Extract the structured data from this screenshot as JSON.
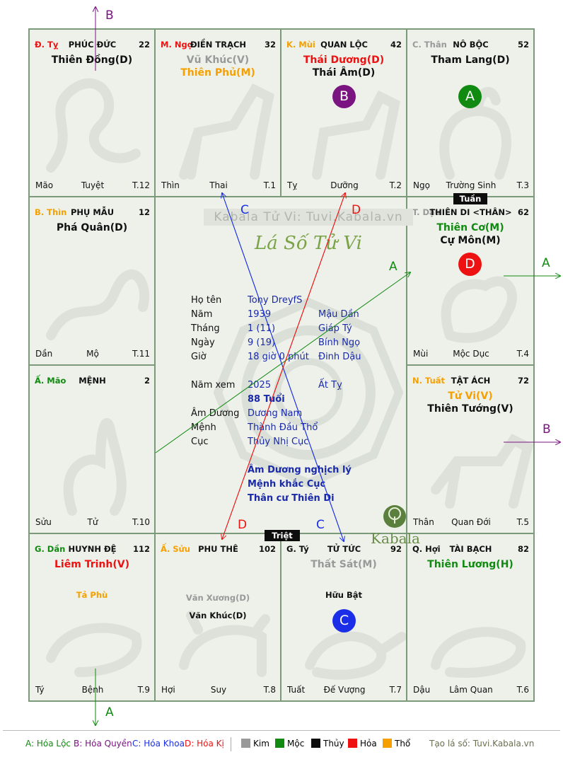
{
  "center": {
    "banner": "Kabala Tử Vi: Tuvi.Kabala.vn",
    "logo_title": "Lá Số Tử Vi",
    "brand": "Kabala",
    "rows": [
      {
        "label": "Họ tên",
        "value": "Tony DreyfS",
        "extra": ""
      },
      {
        "label": "Năm",
        "value": "1939",
        "extra": "Mậu Dần"
      },
      {
        "label": "Tháng",
        "value": "1  (11)",
        "extra": "Giáp Tý"
      },
      {
        "label": "Ngày",
        "value": "9  (19)",
        "extra": "Bính Ngọ"
      },
      {
        "label": "Giờ",
        "value": "18 giờ 0 phút",
        "extra": "Đinh Dậu"
      },
      {
        "label": "Năm xem",
        "value": "2025",
        "extra": "Ất Tỵ"
      },
      {
        "label": "",
        "value": "88 Tuổi",
        "extra": ""
      },
      {
        "label": "Âm Dương",
        "value": "Dương Nam",
        "extra": ""
      },
      {
        "label": "Mệnh",
        "value": "Thành Đầu Thổ",
        "extra": ""
      },
      {
        "label": "Cục",
        "value": "Thủy Nhị Cục",
        "extra": ""
      }
    ],
    "notes": [
      "Âm Dương nghịch lý",
      "Mệnh khắc Cục",
      "Thân cư Thiên Di"
    ]
  },
  "tags": {
    "tuan": "Tuần",
    "triet": "Triệt"
  },
  "arrow_labels": {
    "top_b": "B",
    "right_a": "A",
    "right_b": "B",
    "bottom_a": "A",
    "c_top": "C",
    "d_top": "D",
    "a_mid": "A",
    "d_bot": "D",
    "c_bot": "C"
  },
  "colors": {
    "kim": "#999999",
    "moc": "#118a11",
    "thuy": "#0d0d0d",
    "hoa": "#ee1111",
    "tho": "#f5a000",
    "loc": "#118a11",
    "quyen": "#7a1480",
    "khoa": "#1a2ee8",
    "ki": "#ee1111"
  },
  "cells": [
    {
      "id": "ty",
      "can": "Đ. Tỵ",
      "can_color": "#ee1111",
      "palace": "PHÚC ĐỨC",
      "age": "22",
      "stars": [
        {
          "t": "Thiên Đồng(D)",
          "c": "#111111"
        }
      ],
      "minor": [],
      "branch": "Mão",
      "stage": "Tuyệt",
      "limit": "T.12",
      "hoa": "",
      "animal": "snake"
    },
    {
      "id": "ngo",
      "can": "M. Ngọ",
      "can_color": "#ee1111",
      "palace": "ĐIỀN TRẠCH",
      "age": "32",
      "stars": [
        {
          "t": "Vũ Khúc(V)",
          "c": "#999999"
        },
        {
          "t": "Thiên Phủ(M)",
          "c": "#f5a000"
        }
      ],
      "minor": [],
      "branch": "Thìn",
      "stage": "Thai",
      "limit": "T.1",
      "hoa": "",
      "animal": "horse"
    },
    {
      "id": "mui",
      "can": "K. Mùi",
      "can_color": "#f5a000",
      "palace": "QUAN LỘC",
      "age": "42",
      "stars": [
        {
          "t": "Thái Dương(D)",
          "c": "#ee1111"
        },
        {
          "t": "Thái Âm(D)",
          "c": "#111111"
        }
      ],
      "minor": [],
      "branch": "Tỵ",
      "stage": "Dưỡng",
      "limit": "T.2",
      "hoa": "B",
      "animal": "goat"
    },
    {
      "id": "than",
      "can": "C. Thân",
      "can_color": "#999999",
      "palace": "NÔ BỘC",
      "age": "52",
      "stars": [
        {
          "t": "Tham Lang(D)",
          "c": "#111111"
        }
      ],
      "minor": [],
      "branch": "Ngọ",
      "stage": "Trường Sinh",
      "limit": "T.3",
      "hoa": "A",
      "animal": "monkey"
    },
    {
      "id": "thin",
      "can": "B. Thìn",
      "can_color": "#f5a000",
      "palace": "PHỤ MẪU",
      "age": "12",
      "stars": [
        {
          "t": "Phá Quân(D)",
          "c": "#111111"
        }
      ],
      "minor": [],
      "branch": "Dần",
      "stage": "Mộ",
      "limit": "T.11",
      "hoa": "",
      "animal": "dragon"
    },
    {
      "id": "dau",
      "can": "T. Dậu",
      "can_color": "#999999",
      "palace": "THIÊN DI <THÂN>",
      "age": "62",
      "stars": [
        {
          "t": "Thiên Cơ(M)",
          "c": "#118a11"
        },
        {
          "t": "Cự Môn(M)",
          "c": "#111111"
        }
      ],
      "minor": [],
      "branch": "Mùi",
      "stage": "Mộc Dục",
      "limit": "T.4",
      "hoa": "D",
      "animal": "rooster"
    },
    {
      "id": "mao",
      "can": "Ấ. Mão",
      "can_color": "#118a11",
      "palace": "MỆNH",
      "age": "2",
      "stars": [],
      "minor": [],
      "branch": "Sửu",
      "stage": "Tử",
      "limit": "T.10",
      "hoa": "",
      "animal": "rabbit"
    },
    {
      "id": "tuat",
      "can": "N. Tuất",
      "can_color": "#f5a000",
      "palace": "TẬT ÁCH",
      "age": "72",
      "stars": [
        {
          "t": "Tử Vi(V)",
          "c": "#f5a000"
        },
        {
          "t": "Thiên Tướng(V)",
          "c": "#111111"
        }
      ],
      "minor": [],
      "branch": "Thân",
      "stage": "Quan Đới",
      "limit": "T.5",
      "hoa": "",
      "animal": "dog"
    },
    {
      "id": "dan",
      "can": "G. Dần",
      "can_color": "#118a11",
      "palace": "HUYNH ĐỆ",
      "age": "112",
      "stars": [
        {
          "t": "Liêm Trinh(V)",
          "c": "#ee1111"
        }
      ],
      "minor": [
        {
          "t": "Tả Phù",
          "c": "#f5a000"
        }
      ],
      "branch": "Tý",
      "stage": "Bệnh",
      "limit": "T.9",
      "hoa": "",
      "animal": "tiger"
    },
    {
      "id": "suu",
      "can": "Ấ. Sửu",
      "can_color": "#f5a000",
      "palace": "PHU THÊ",
      "age": "102",
      "stars": [],
      "minor": [
        {
          "t": "Văn Xương(D)",
          "c": "#999999"
        },
        {
          "t": "Văn Khúc(D)",
          "c": "#111111"
        }
      ],
      "branch": "Hợi",
      "stage": "Suy",
      "limit": "T.8",
      "hoa": "",
      "animal": "ox"
    },
    {
      "id": "ty2",
      "can": "G. Tý",
      "can_color": "#111111",
      "palace": "TỬ TỨC",
      "age": "92",
      "stars": [
        {
          "t": "Thất Sát(M)",
          "c": "#999999"
        }
      ],
      "minor": [
        {
          "t": "Hữu Bật",
          "c": "#111111"
        }
      ],
      "branch": "Tuất",
      "stage": "Đế Vượng",
      "limit": "T.7",
      "hoa": "C",
      "animal": "rat"
    },
    {
      "id": "hoi",
      "can": "Q. Hợi",
      "can_color": "#111111",
      "palace": "TÀI BẠCH",
      "age": "82",
      "stars": [
        {
          "t": "Thiên Lương(H)",
          "c": "#118a11"
        }
      ],
      "minor": [],
      "branch": "Dậu",
      "stage": "Lâm Quan",
      "limit": "T.6",
      "hoa": "",
      "animal": "pig"
    }
  ],
  "legend": {
    "a": "A: Hóa Lộc",
    "b": "B: Hóa Quyền",
    "c": "C: Hóa Khoa",
    "d": "D: Hóa Kị",
    "kim": "Kim",
    "moc": "Mộc",
    "thuy": "Thủy",
    "hoa": "Hỏa",
    "tho": "Thổ",
    "site": "Tạo lá số: Tuvi.Kabala.vn"
  }
}
